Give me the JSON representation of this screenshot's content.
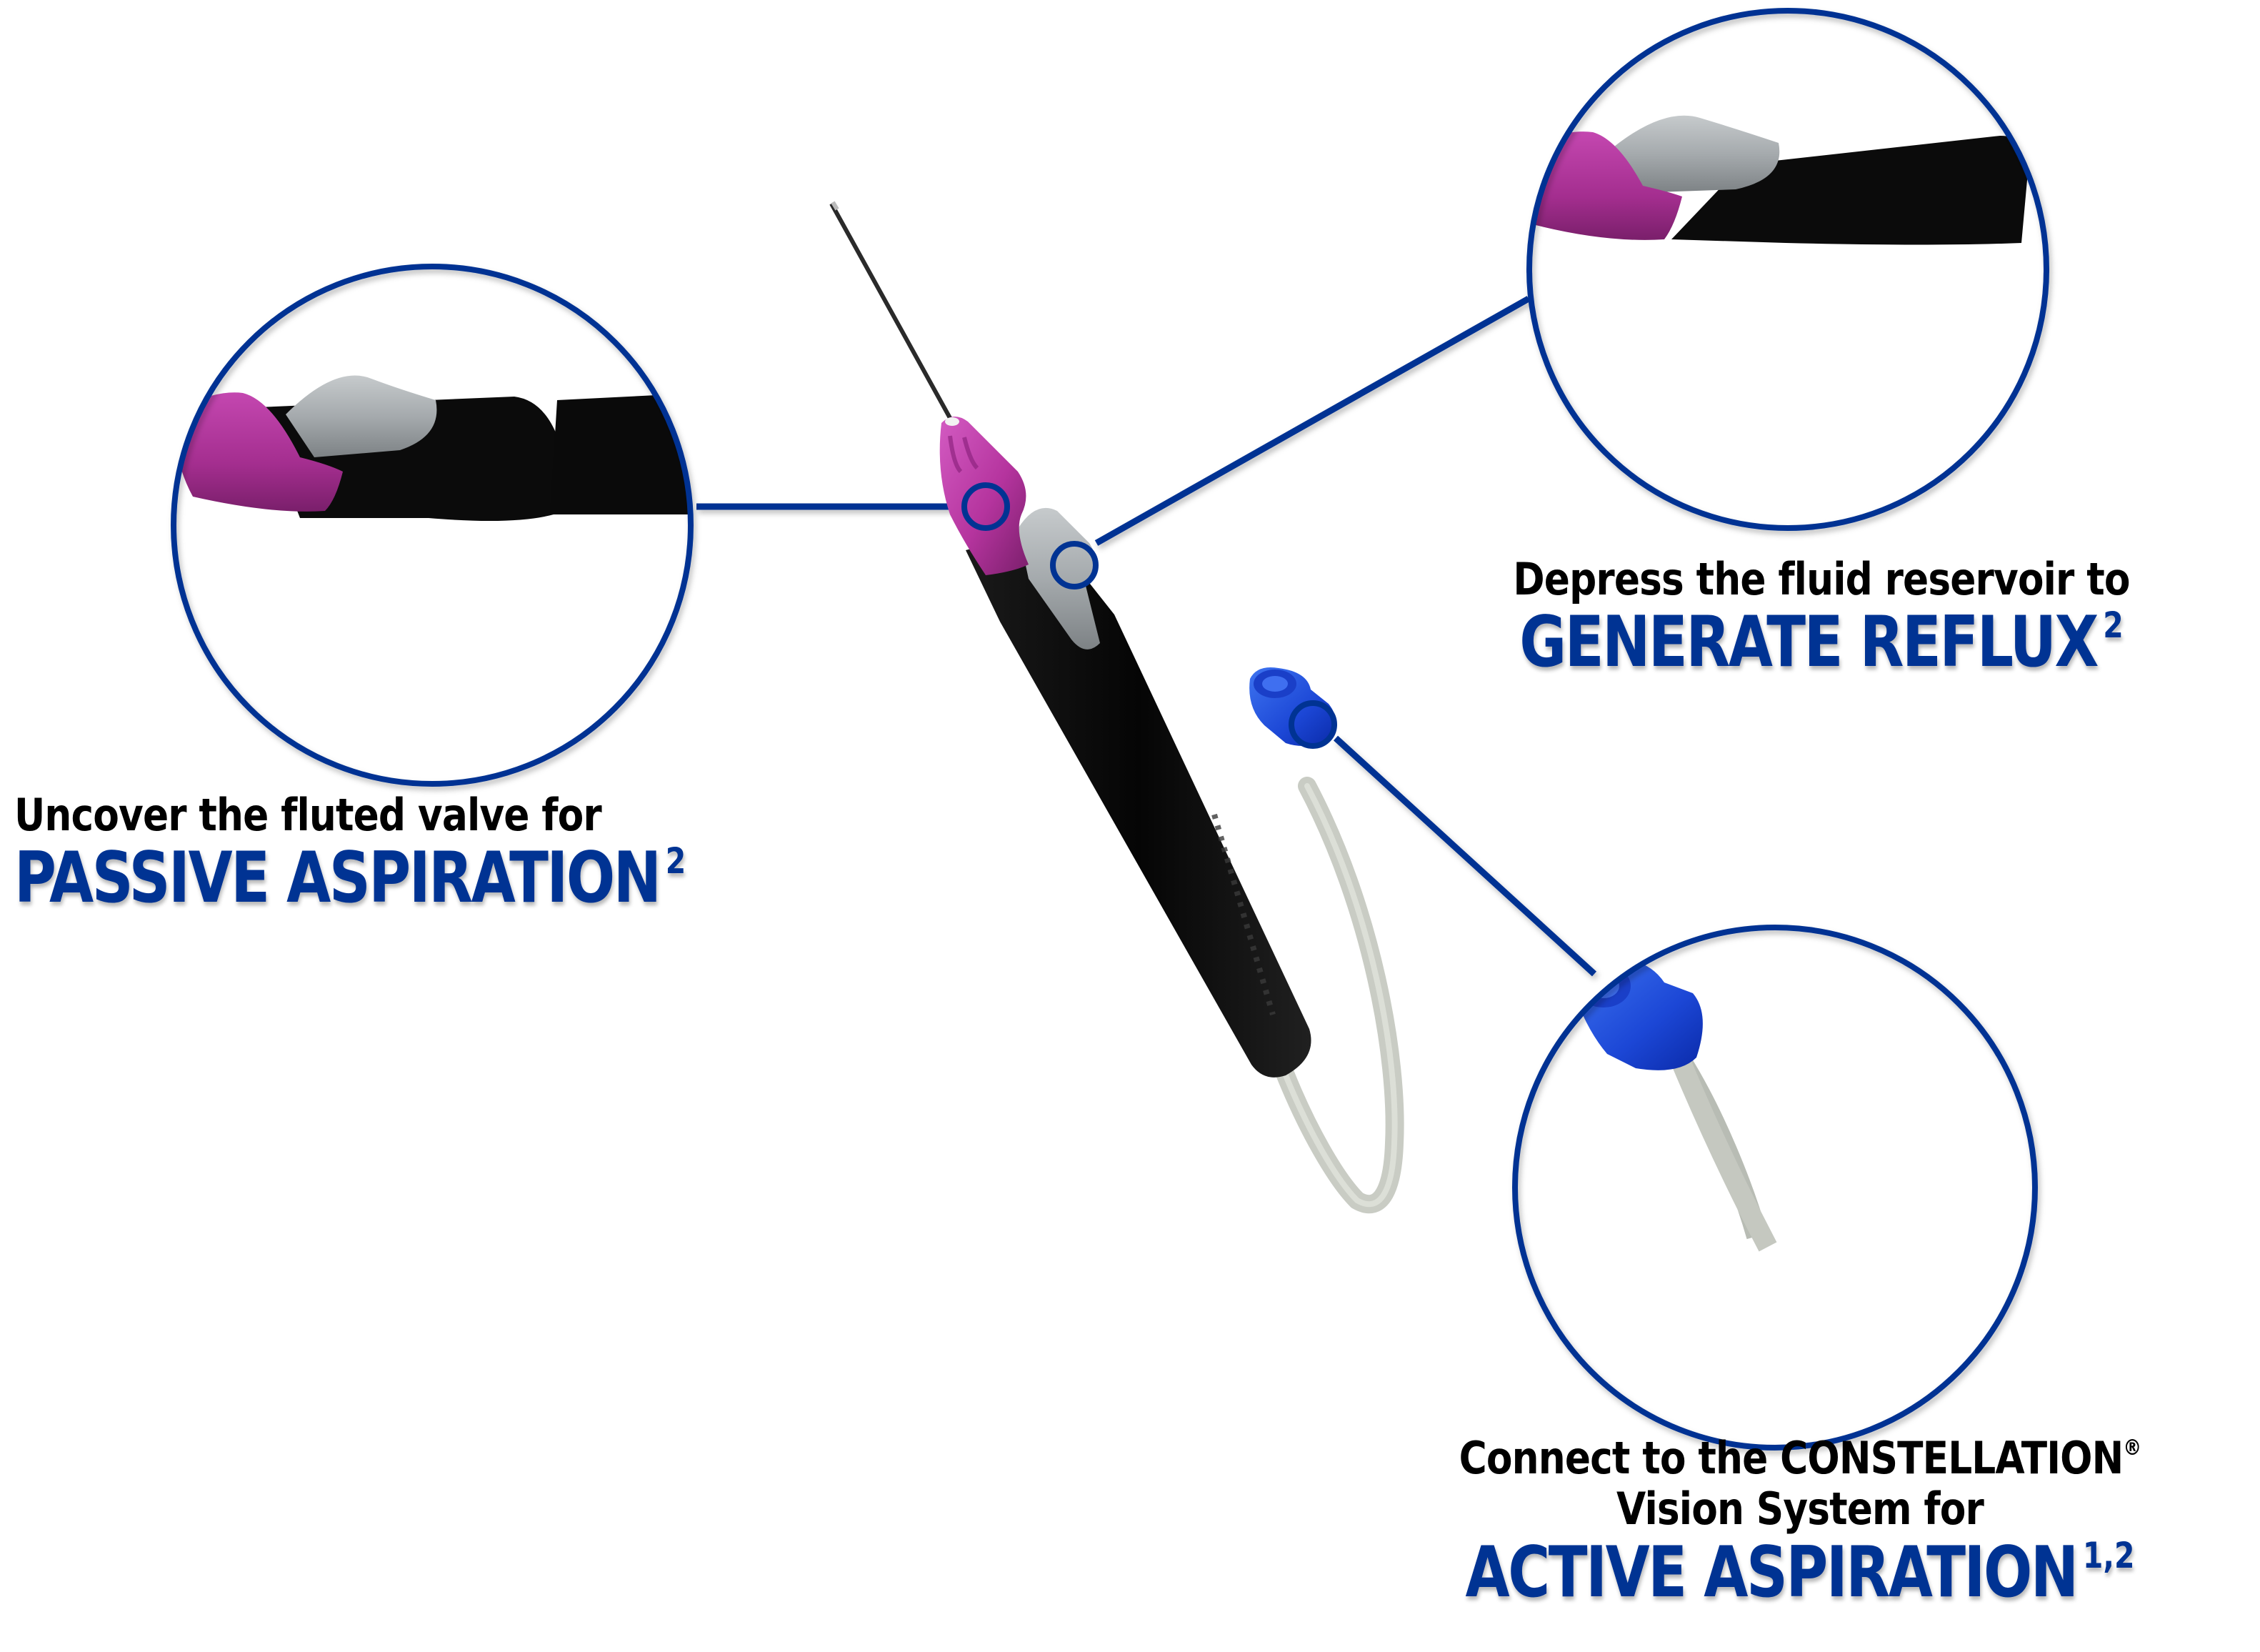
{
  "diagram": {
    "subject": "Vitrectomy-style handpiece with fluid reservoir and aspiration tubing",
    "accent_color": "#003393",
    "colors": {
      "callout_line": "#003393",
      "hub_magenta": "#B8339F",
      "handle_black": "#0A0A0A",
      "reservoir_gray": "#9EA3A6",
      "connector_blue": "#1E4FE0",
      "tubing_gray": "#C9CCC4"
    }
  },
  "callouts": [
    {
      "id": "passive",
      "lead": "Uncover the fluted valve for",
      "headline": "PASSIVE ASPIRATION",
      "superscript": "2",
      "zoom_view": "fluted-valve-closeup"
    },
    {
      "id": "reflux",
      "lead": "Depress the fluid reservoir to",
      "headline": "GENERATE REFLUX",
      "superscript": "2",
      "zoom_view": "fluid-reservoir-closeup"
    },
    {
      "id": "active",
      "lead_line1": "Connect to the CONSTELLATION",
      "lead_line1_mark": "®",
      "lead_line2": "Vision System for",
      "headline": "ACTIVE ASPIRATION",
      "superscript": "1,2",
      "zoom_view": "blue-connector-closeup"
    }
  ]
}
